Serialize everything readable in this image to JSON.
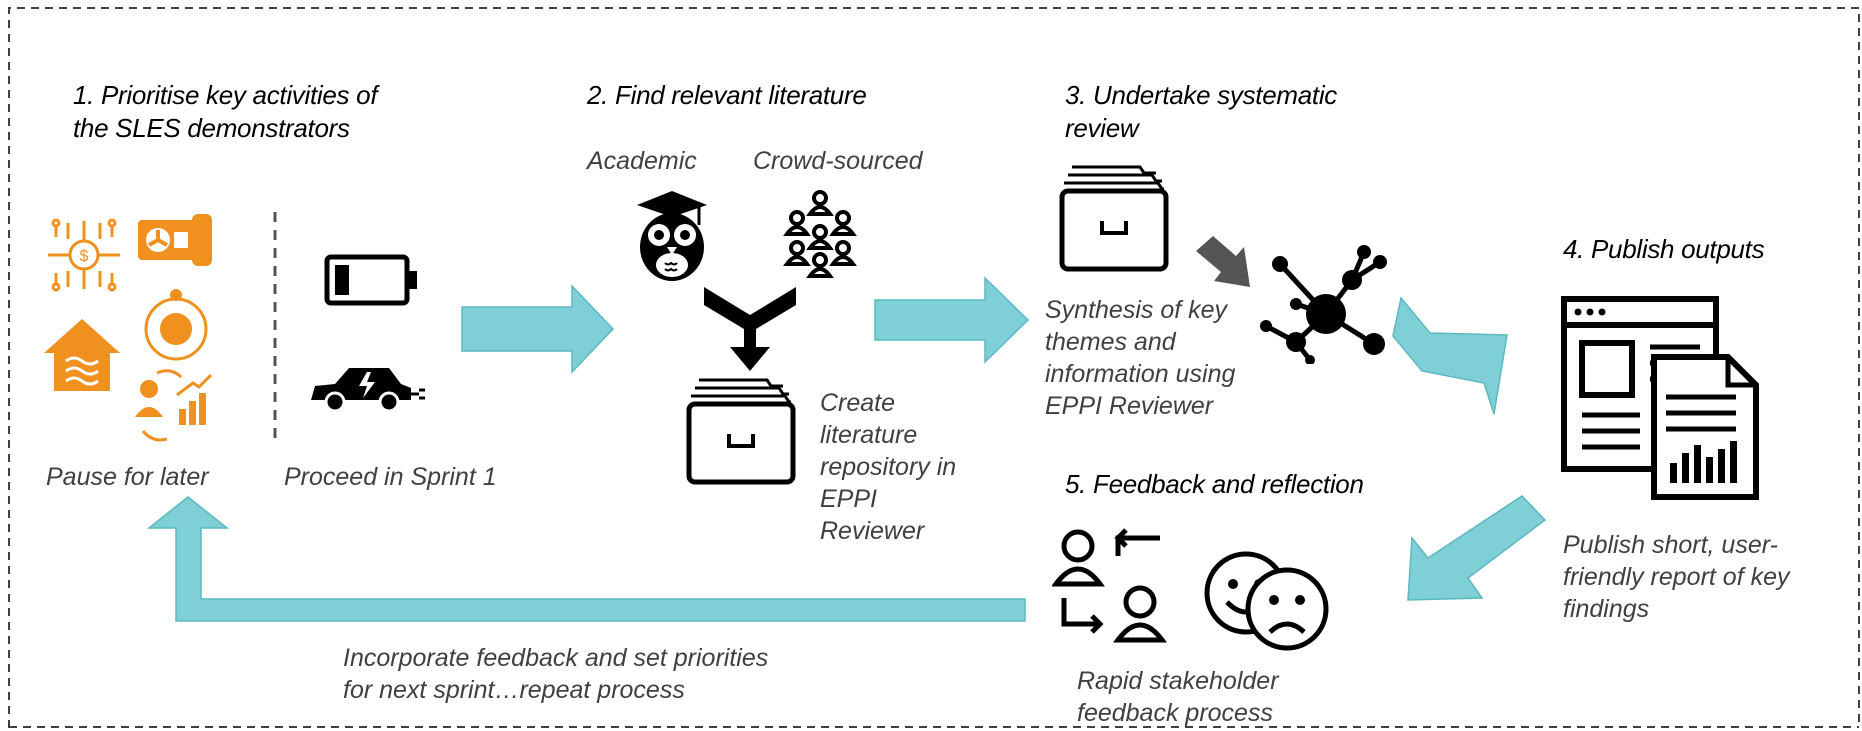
{
  "steps": {
    "step1": {
      "title_line1": "1. Prioritise key activities of",
      "title_line2": "the SLES demonstrators",
      "pause_label": "Pause for later",
      "proceed_label": "Proceed in Sprint 1"
    },
    "step2": {
      "title": "2. Find relevant literature",
      "academic_label": "Academic",
      "crowd_label": "Crowd-sourced",
      "repository_lines": [
        "Create",
        "literature",
        "repository in",
        "EPPI",
        "Reviewer"
      ]
    },
    "step3": {
      "title_line1": "3. Undertake systematic",
      "title_line2": "review",
      "synthesis_lines": [
        "Synthesis of key",
        "themes and",
        "information using",
        "EPPI Reviewer"
      ]
    },
    "step4": {
      "title": "4. Publish outputs",
      "report_lines": [
        "Publish short, user-",
        "friendly report of key",
        "findings"
      ]
    },
    "step5": {
      "title": "5. Feedback and reflection",
      "feedback_lines": [
        "Rapid stakeholder",
        "feedback process"
      ]
    }
  },
  "loop_caption_lines": [
    "Incorporate feedback and set priorities",
    "for next sprint…repeat process"
  ],
  "colors": {
    "arrow": "#7fcfd6",
    "arrow_stroke": "#5bb8c0",
    "orange": "#f0901e",
    "frame": "#404040",
    "icon": "#000000"
  },
  "icons": [
    "circuit-dollar-icon",
    "generator-icon",
    "house-heat-icon",
    "orange-circle-icon",
    "person-growth-icon",
    "battery-low-icon",
    "electric-car-icon",
    "owl-graduate-icon",
    "crowd-icon",
    "merge-arrow-icon",
    "file-drawer-icon",
    "network-hub-icon",
    "report-document-icon",
    "users-swap-icon",
    "happy-face-icon",
    "sad-face-icon"
  ]
}
